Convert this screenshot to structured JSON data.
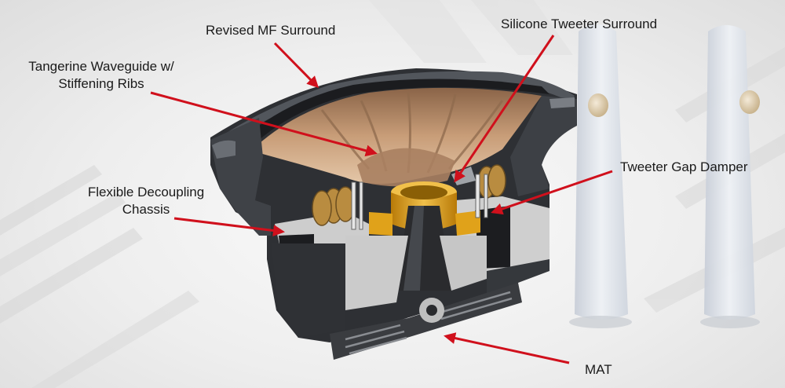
{
  "labels": {
    "revised_mf_surround": "Revised MF Surround",
    "silicone_tweeter_surround": "Silicone Tweeter Surround",
    "tangerine_waveguide_line1": "Tangerine Waveguide w/",
    "tangerine_waveguide_line2": "Stiffening Ribs",
    "tweeter_gap_damper": "Tweeter Gap Damper",
    "flexible_decoupling_line1": "Flexible Decoupling",
    "flexible_decoupling_line2": "Chassis",
    "mat": "MAT"
  },
  "colors": {
    "arrow": "#d0101c",
    "cone": "#b58a66",
    "chassis": "#3a3c40",
    "chassis_dark": "#1e1f22",
    "magnet": "#c9c9c9",
    "voice_coil": "#e0a21a",
    "speaker_cabinet": "#dfe3ea"
  },
  "icons": {
    "arrowhead": "arrowhead-icon"
  }
}
